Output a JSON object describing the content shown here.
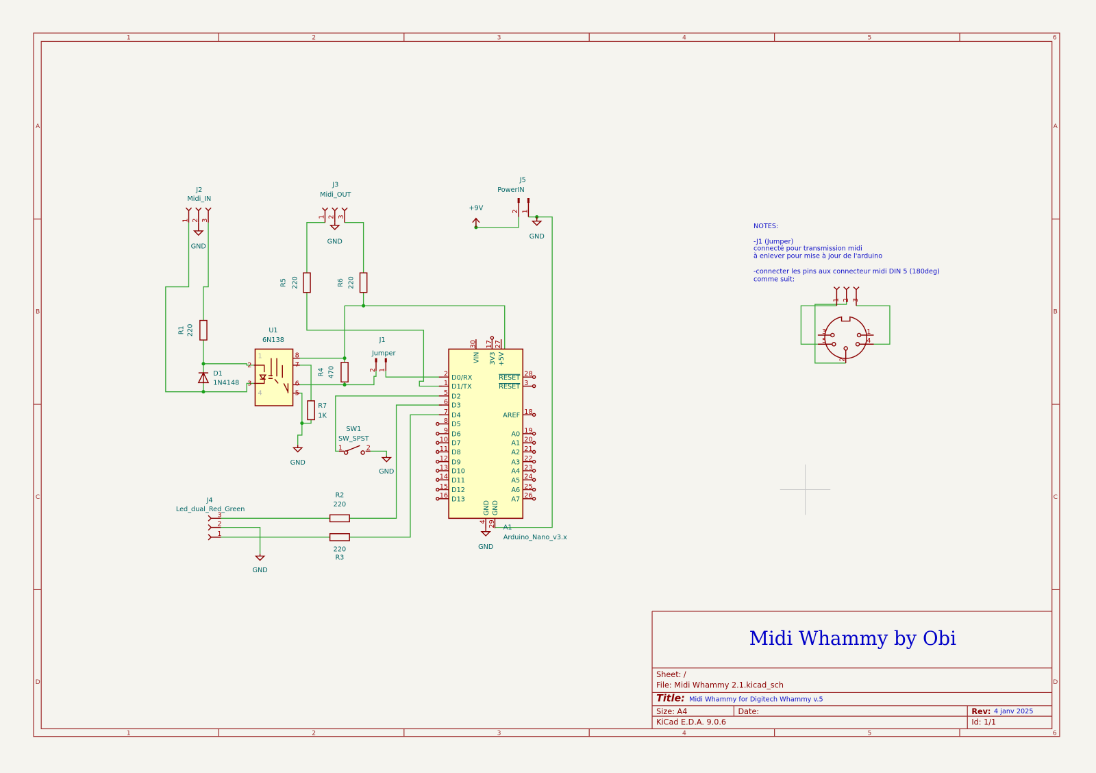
{
  "frame": {
    "columns": [
      "1",
      "2",
      "3",
      "4",
      "5",
      "6"
    ],
    "rows": [
      "A",
      "B",
      "C",
      "D"
    ]
  },
  "power": {
    "gnd": "GND",
    "v9": "+9V"
  },
  "J2": {
    "ref": "J2",
    "value": "Midi_IN",
    "pins": [
      "1",
      "2",
      "3"
    ]
  },
  "J3": {
    "ref": "J3",
    "value": "Midi_OUT",
    "pins": [
      "1",
      "2",
      "3"
    ]
  },
  "J5": {
    "ref": "J5",
    "value": "PowerIN",
    "pins": [
      "2",
      "1"
    ]
  },
  "J1": {
    "ref": "J1",
    "value": "Jumper",
    "pins": [
      "2",
      "1"
    ]
  },
  "J4": {
    "ref": "J4",
    "value": "Led_dual_Red_Green",
    "pins": [
      "3",
      "2",
      "1"
    ]
  },
  "R1": {
    "ref": "R1",
    "value": "220"
  },
  "R2": {
    "ref": "R2",
    "value": "220"
  },
  "R3": {
    "ref": "R3",
    "value": "220"
  },
  "R4": {
    "ref": "R4",
    "value": "470"
  },
  "R5": {
    "ref": "R5",
    "value": "220"
  },
  "R6": {
    "ref": "R6",
    "value": "220"
  },
  "R7": {
    "ref": "R7",
    "value": "1K"
  },
  "D1": {
    "ref": "D1",
    "value": "1N4148"
  },
  "U1": {
    "ref": "U1",
    "value": "6N138",
    "pins": [
      "1",
      "2",
      "3",
      "4",
      "8",
      "7",
      "6",
      "5"
    ]
  },
  "SW1": {
    "ref": "SW1",
    "value": "SW_SPST",
    "pins": [
      "1",
      "2"
    ]
  },
  "A1": {
    "ref": "A1",
    "value": "Arduino_Nano_v3.x",
    "left": [
      [
        "2",
        "D0/RX"
      ],
      [
        "1",
        "D1/TX"
      ],
      [
        "5",
        "D2"
      ],
      [
        "6",
        "D3"
      ],
      [
        "7",
        "D4"
      ],
      [
        "8",
        "D5"
      ],
      [
        "9",
        "D6"
      ],
      [
        "10",
        "D7"
      ],
      [
        "11",
        "D8"
      ],
      [
        "12",
        "D9"
      ],
      [
        "13",
        "D10"
      ],
      [
        "14",
        "D11"
      ],
      [
        "15",
        "D12"
      ],
      [
        "16",
        "D13"
      ]
    ],
    "right": [
      [
        "28",
        "RESET"
      ],
      [
        "3",
        "RESET"
      ],
      [
        "18",
        "AREF"
      ],
      [
        "19",
        "A0"
      ],
      [
        "20",
        "A1"
      ],
      [
        "21",
        "A2"
      ],
      [
        "22",
        "A3"
      ],
      [
        "23",
        "A4"
      ],
      [
        "24",
        "A5"
      ],
      [
        "25",
        "A6"
      ],
      [
        "26",
        "A7"
      ]
    ],
    "top": [
      [
        "30",
        "VIN"
      ],
      [
        "17",
        "3V3"
      ],
      [
        "27",
        "+5V"
      ]
    ],
    "bottom": [
      [
        "4",
        "GND"
      ],
      [
        "29",
        "GND"
      ]
    ]
  },
  "notes": [
    "NOTES:",
    "-J1 (Jumper)",
    "connecté pour transmission midi",
    "à enlever pour mise à jour de l'arduino",
    "-connecter les pins aux connecteur midi DIN 5 (180deg)",
    "comme suit:"
  ],
  "din": {
    "top_pins": [
      "1",
      "2",
      "3"
    ],
    "pins": [
      "3",
      "1",
      "5",
      "4",
      "2"
    ]
  },
  "title_block": {
    "big_title": "Midi Whammy by Obi",
    "sheet": "Sheet: /",
    "file": "File: Midi Whammy 2.1.kicad_sch",
    "title_label": "Title:",
    "title": "Midi Whammy for Digitech Whammy v.5",
    "size": "Size: A4",
    "date": "Date:",
    "rev_label": "Rev:",
    "rev": "4 janv 2025",
    "generator": "KiCad E.D.A. 9.0.6",
    "id": "Id: 1/1"
  }
}
